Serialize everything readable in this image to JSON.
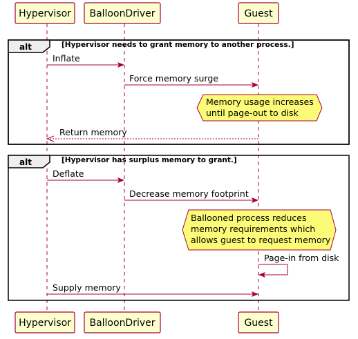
{
  "colors": {
    "participant_fill": "#FEFECE",
    "participant_border": "#A80036",
    "line": "#A80036",
    "note_fill": "#FBFB77",
    "frame_header": "#EEEEEE",
    "frame_border": "#000000"
  },
  "participants": [
    {
      "id": "hypervisor",
      "label": "Hypervisor"
    },
    {
      "id": "balloon",
      "label": "BalloonDriver"
    },
    {
      "id": "guest",
      "label": "Guest"
    }
  ],
  "frames": [
    {
      "keyword": "alt",
      "condition": "[Hypervisor needs to grant memory to another process.]",
      "messages": [
        {
          "label": "Inflate",
          "from": "hypervisor",
          "to": "balloon",
          "style": "solid"
        },
        {
          "label": "Force memory surge",
          "from": "balloon",
          "to": "guest",
          "style": "solid"
        },
        {
          "label": "Return memory",
          "from": "guest",
          "to": "hypervisor",
          "style": "dashed"
        }
      ],
      "note": {
        "lines": [
          "Memory usage increases",
          "until page-out to disk"
        ]
      }
    },
    {
      "keyword": "alt",
      "condition": "[Hypervisor has surplus memory to grant.]",
      "messages": [
        {
          "label": "Deflate",
          "from": "hypervisor",
          "to": "balloon",
          "style": "solid"
        },
        {
          "label": "Decrease memory footprint",
          "from": "balloon",
          "to": "guest",
          "style": "solid"
        },
        {
          "label": "Page-in from disk",
          "from": "guest",
          "to": "guest",
          "style": "self"
        },
        {
          "label": "Supply memory",
          "from": "hypervisor",
          "to": "guest",
          "style": "solid"
        }
      ],
      "note": {
        "lines": [
          "Ballooned process reduces",
          "memory requirements which",
          "allows guest to request memory"
        ]
      }
    }
  ]
}
